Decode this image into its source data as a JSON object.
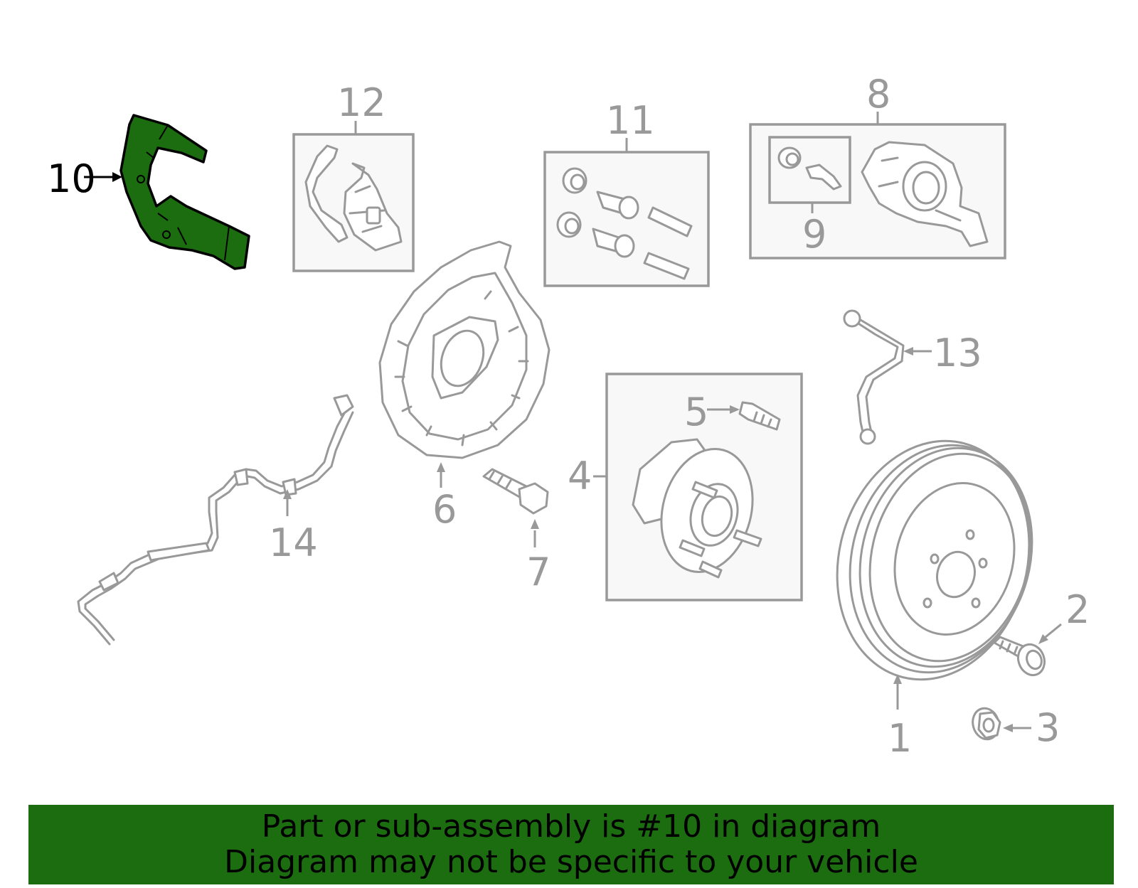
{
  "callouts": [
    {
      "id": "1",
      "label": "1"
    },
    {
      "id": "2",
      "label": "2"
    },
    {
      "id": "3",
      "label": "3"
    },
    {
      "id": "4",
      "label": "4"
    },
    {
      "id": "5",
      "label": "5"
    },
    {
      "id": "6",
      "label": "6"
    },
    {
      "id": "7",
      "label": "7"
    },
    {
      "id": "8",
      "label": "8"
    },
    {
      "id": "9",
      "label": "9"
    },
    {
      "id": "10",
      "label": "10"
    },
    {
      "id": "11",
      "label": "11"
    },
    {
      "id": "12",
      "label": "12"
    },
    {
      "id": "13",
      "label": "13"
    },
    {
      "id": "14",
      "label": "14"
    }
  ],
  "highlighted_part": "10",
  "colors": {
    "highlight": "#1b6d10",
    "line_art": "#999999",
    "outline": "#000000",
    "banner_bg": "#1b6d10"
  },
  "banner": {
    "line1": "Part or sub-assembly is #10 in diagram",
    "line2": "Diagram may not be specific to your vehicle"
  }
}
